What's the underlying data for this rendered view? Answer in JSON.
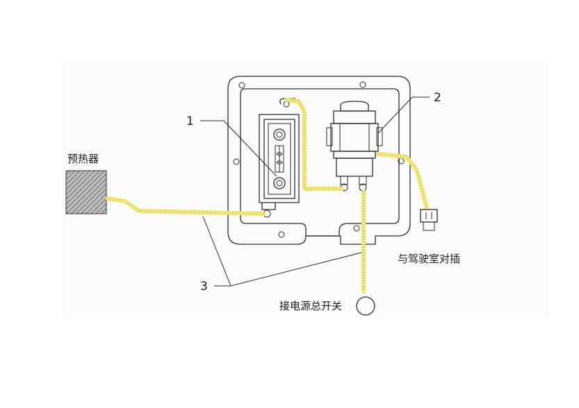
{
  "labels": {
    "preheater": "预热器",
    "cab_plug": "与驾驶室对插",
    "power_switch": "接电源总开关",
    "callout_1": "1",
    "callout_2": "2",
    "callout_3": "3"
  },
  "colors": {
    "wire": "#f2ea7a",
    "line": "#2a2a2a",
    "hatch_background": "#bdbdbd"
  }
}
